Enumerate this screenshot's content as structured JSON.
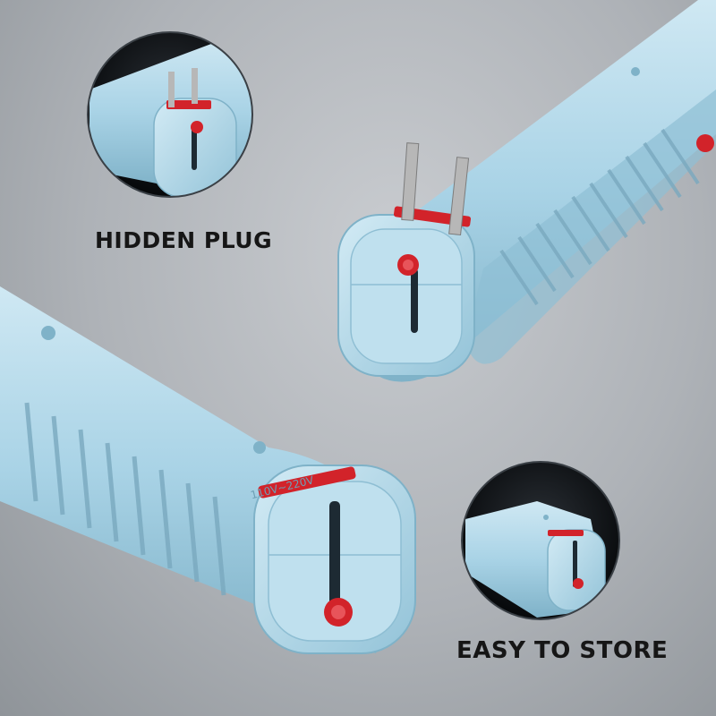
{
  "captions": {
    "top_left": "HIDDEN PLUG",
    "bottom_right": "EASY TO STORE"
  },
  "product": {
    "voltage_marking": "110V~220V"
  },
  "colors": {
    "background": "#b6babf",
    "body": "#a9d3e6",
    "body_shadow": "#7fb2c8",
    "accent": "#d2232a",
    "prong": "#b7b7b7",
    "inset_background": "#101418",
    "caption": "#161616"
  }
}
